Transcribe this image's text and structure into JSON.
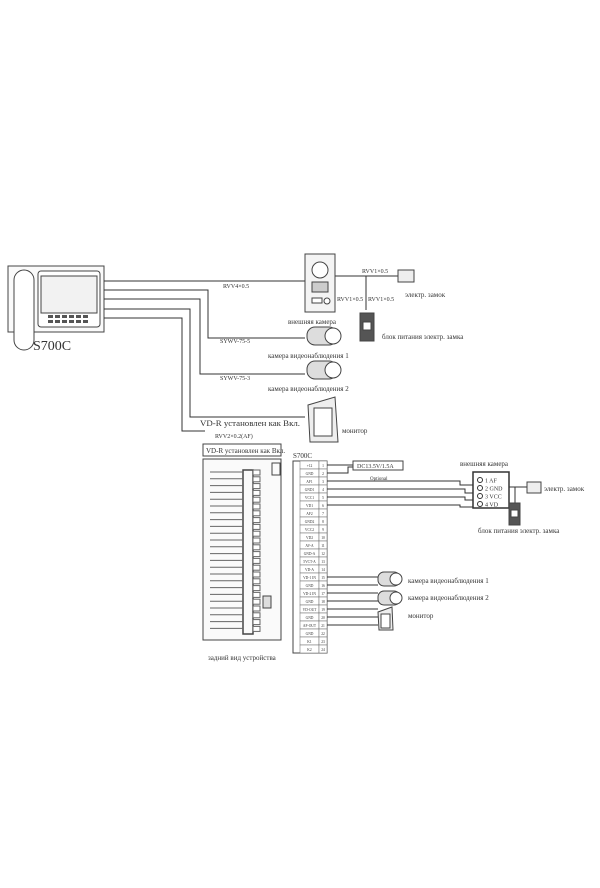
{
  "top": {
    "model_label": "S700C",
    "cable_rvv": "RVV4×0.5",
    "cable_syv1": "SYWV-75-5",
    "cable_syv2": "SYWV-75-3",
    "vdr_label": "VD-R установлен как Вкл.",
    "cable_af": "RVV2×0.2(AF)",
    "outdoor_camera": "внешняя камера",
    "cctv1": "камера видеонаблюдения 1",
    "cctv2": "камера видеонаблюдения 2",
    "monitor": "монитор",
    "lock_cable": "RVV1×0.5",
    "lock_cable2": "RVV1×0.5",
    "lock_cable3": "RVV1×0.5",
    "lock": "электр. замок",
    "lock_psu": "блок питания электр. замка"
  },
  "bottom": {
    "vdr_box_label": "VD-R установлен как Вкл.",
    "rear_view": "задний вид устройства",
    "model_label": "S700C",
    "psu_label": "DC13.5V/1.5A",
    "psu_optional": "Optional",
    "outdoor_camera": "внешняя камера",
    "door_terminals": [
      "1 AF",
      "2 GND",
      "3 VCC",
      "4 VD"
    ],
    "lock": "электр. замок",
    "lock_psu": "блок питания электр. замка",
    "cctv1": "камера видеонаблюдения 1",
    "cctv2": "камера видеонаблюдения 2",
    "monitor": "монитор",
    "terminals": [
      "+12",
      "GND",
      "AF1",
      "GND1",
      "VCC1",
      "VD1",
      "AF2",
      "GND2",
      "VCC2",
      "VD2",
      "AV-A",
      "GND-A",
      "5VCT-A",
      "VD-A",
      "VD-1 IN",
      "GND",
      "VD-2 IN",
      "GND",
      "VD-OUT",
      "GND",
      "AF-OUT",
      "GND",
      "K1",
      "K2"
    ]
  }
}
